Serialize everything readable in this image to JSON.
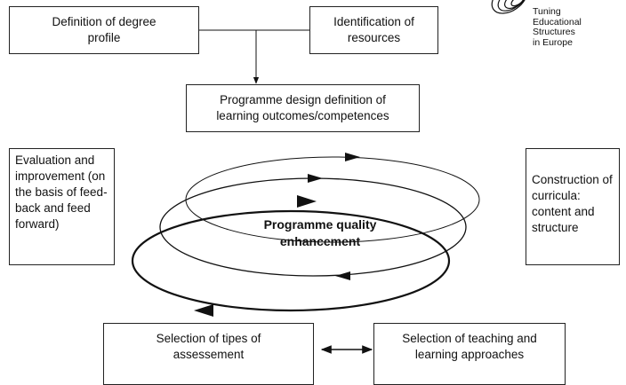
{
  "boxes": {
    "degree_profile": "Definition of degree profile",
    "resources": "Identification of resources",
    "programme_design": "Programme design definition of learning outcomes/competences",
    "evaluation": "Evaluation and improvement (on the basis of feed-back and feed forward)",
    "curricula": "Construction of curricula: content and structure",
    "assessment": "Selection of tipes of assessement",
    "teaching": "Selection of teaching and learning approaches"
  },
  "center_label": "Programme quality enhancement",
  "logo": {
    "text": "Tuning\nEducational Structures\nin Europe",
    "icon": "tuning-logo-icon"
  }
}
